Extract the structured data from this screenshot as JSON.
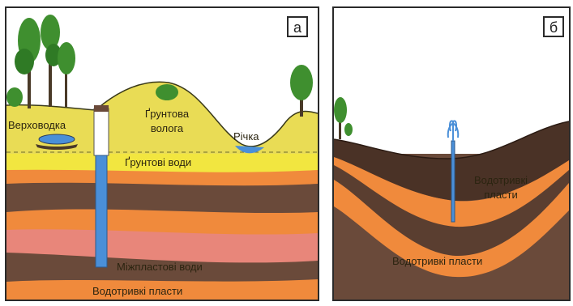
{
  "panel_a": {
    "letter": "а",
    "labels": {
      "perched": "Верховодка",
      "soil_moisture_line1": "Ґрунтова",
      "soil_moisture_line2": "волога",
      "river": "Річка",
      "groundwater": "Ґрунтові води",
      "interstratal": "Міжпластові води",
      "aquicludes": "Водотривкі пласти"
    }
  },
  "panel_b": {
    "letter": "б",
    "labels": {
      "aquicludes_upper_line1": "Водотривкі",
      "aquicludes_upper_line2": "пласти",
      "aquicludes_lower": "Водотривкі пласти"
    }
  },
  "colors": {
    "topsoil": "#e9dc55",
    "groundwater_zone": "#f2e640",
    "orange_layer": "#f08a3c",
    "dark_layer": "#6a4a3a",
    "pink_layer": "#e8867a",
    "water": "#4a8fd8",
    "tree_green": "#3f8f2f"
  }
}
